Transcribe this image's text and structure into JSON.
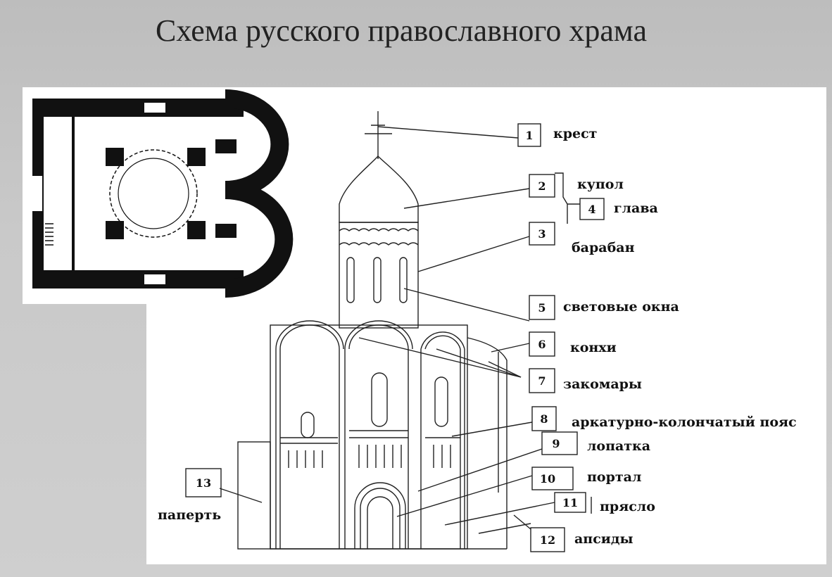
{
  "title": "Схема русского православного храма",
  "labels": [
    {
      "num": "1",
      "text": "крест"
    },
    {
      "num": "2",
      "text": "купол"
    },
    {
      "num": "3",
      "text": "барабан"
    },
    {
      "num": "4",
      "text": "глава"
    },
    {
      "num": "5",
      "text": "световые окна"
    },
    {
      "num": "6",
      "text": "конхи"
    },
    {
      "num": "7",
      "text": "закомары"
    },
    {
      "num": "8",
      "text": "аркатурно-колончатый пояс"
    },
    {
      "num": "9",
      "text": "лопатка"
    },
    {
      "num": "10",
      "text": "портал"
    },
    {
      "num": "11",
      "text": "прясло"
    },
    {
      "num": "12",
      "text": "апсиды"
    },
    {
      "num": "13",
      "text": "паперть"
    }
  ]
}
